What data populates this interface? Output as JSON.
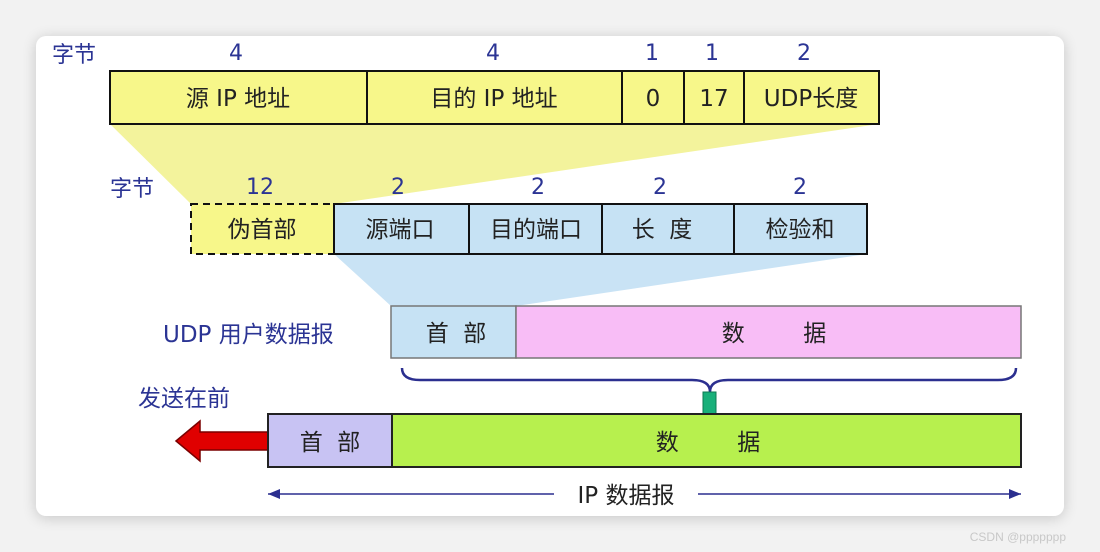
{
  "byte_label": "字节",
  "colors": {
    "pseudo_fill": "#f7f78a",
    "header_fill": "#c6e2f4",
    "udp_data_fill": "#f8bdf6",
    "ip_header_fill": "#c8c3f3",
    "ip_data_fill": "#b7f04e",
    "label_blue": "#2b3494",
    "arrow_red": "#e00000",
    "arrow_green": "#19b07a",
    "brace_blue": "#2b2f8f"
  },
  "pseudo_header": {
    "fields": [
      {
        "bytes": "4",
        "label": "源 IP 地址"
      },
      {
        "bytes": "4",
        "label": "目的 IP 地址"
      },
      {
        "bytes": "1",
        "label": "0"
      },
      {
        "bytes": "1",
        "label": "17"
      },
      {
        "bytes": "2",
        "label": "UDP长度"
      }
    ]
  },
  "udp_header": {
    "fields": [
      {
        "bytes": "12",
        "label": "伪首部"
      },
      {
        "bytes": "2",
        "label": "源端口"
      },
      {
        "bytes": "2",
        "label": "目的端口"
      },
      {
        "bytes": "2",
        "label": "长  度"
      },
      {
        "bytes": "2",
        "label": "检验和"
      }
    ]
  },
  "udp_datagram": {
    "label": "UDP 用户数据报",
    "header": "首  部",
    "data": "数        据"
  },
  "ip_datagram": {
    "send_first": "发送在前",
    "header": "首  部",
    "data": "数        据",
    "label": "IP 数据报"
  },
  "watermark": "CSDN @ppppppp"
}
